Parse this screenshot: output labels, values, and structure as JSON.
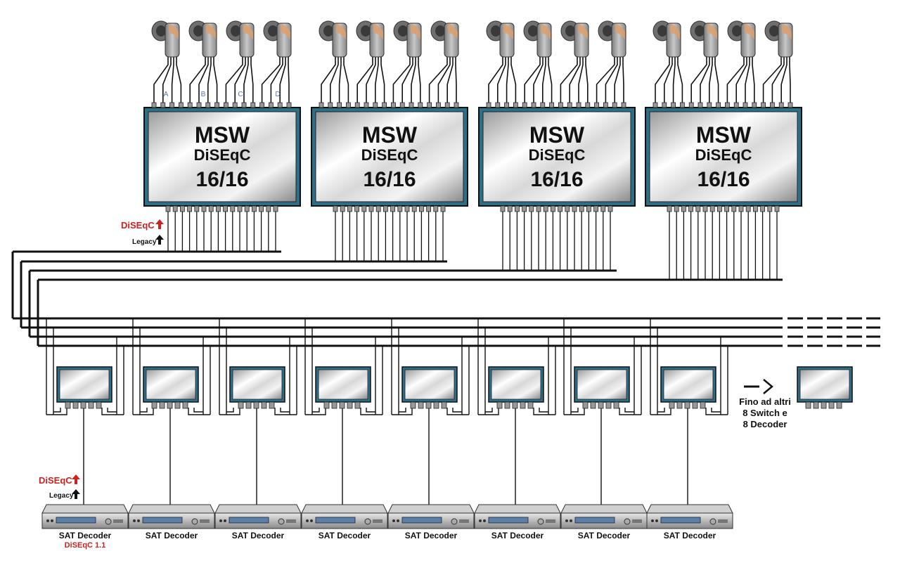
{
  "multiswitches": [
    {
      "line1": "MSW",
      "line2": "DiSEqC",
      "line3": "16/16"
    },
    {
      "line1": "MSW",
      "line2": "DiSEqC",
      "line3": "16/16"
    },
    {
      "line1": "MSW",
      "line2": "DiSEqC",
      "line3": "16/16"
    },
    {
      "line1": "MSW",
      "line2": "DiSEqC",
      "line3": "16/16"
    }
  ],
  "lnb_group_letters": [
    "A",
    "B",
    "C",
    "D"
  ],
  "legend_top": {
    "diseqc": "DiSEqC",
    "legacy": "Legacy"
  },
  "legend_bottom": {
    "diseqc": "DiSEqC",
    "legacy": "Legacy"
  },
  "decoders": [
    {
      "label": "SAT Decoder",
      "sublabel": "DiSEqC 1.1"
    },
    {
      "label": "SAT Decoder"
    },
    {
      "label": "SAT Decoder"
    },
    {
      "label": "SAT Decoder"
    },
    {
      "label": "SAT Decoder"
    },
    {
      "label": "SAT Decoder"
    },
    {
      "label": "SAT Decoder"
    },
    {
      "label": "SAT Decoder"
    }
  ],
  "expansion_note": [
    "Fino ad altri",
    "8 Switch e",
    "8 Decoder"
  ],
  "colors": {
    "msw_border": "#2d6f86",
    "diseqc_red": "#d02020",
    "lnb_orange": "#d9a070",
    "cable": "#111111"
  }
}
